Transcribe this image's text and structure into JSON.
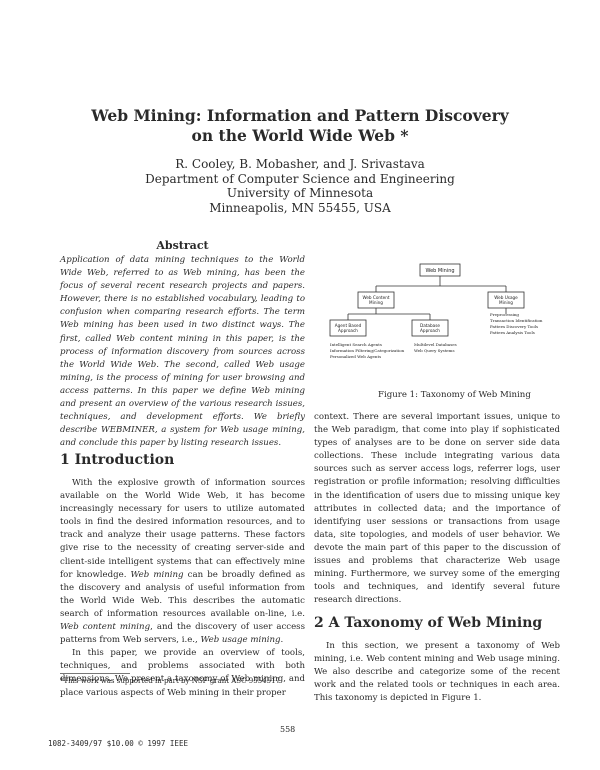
{
  "title": {
    "line1": "Web Mining: Information and Pattern Discovery",
    "line2": "on the World Wide Web *"
  },
  "authors": {
    "names": "R. Cooley, B. Mobasher, and J. Srivastava",
    "dept": "Department of Computer Science and Engineering",
    "univ": "University of Minnesota",
    "city": "Minneapolis, MN 55455, USA"
  },
  "abstract": {
    "heading": "Abstract",
    "text": "Application of data mining techniques to the World Wide Web, referred to as Web mining, has been the focus of several recent research projects and papers. However, there is no established vocabulary, leading to confusion when comparing research efforts. The term Web mining has been used in two distinct ways. The first, called Web content mining in this paper, is the process of information discovery from sources across the World Wide Web. The second, called Web usage mining, is the process of mining for user browsing and access patterns. In this paper we define Web mining and present an overview of the various research issues, techniques, and development efforts. We briefly describe WEBMINER, a system for Web usage mining, and conclude this paper by listing research issues."
  },
  "section1": {
    "heading": "1   Introduction",
    "para1_a": "With the explosive growth of information sources available on the World Wide Web, it has become increasingly necessary for users to utilize automated tools in find the desired information resources, and to track and analyze their usage patterns. These factors give rise to the necessity of creating server-side and client-side intelligent systems that can effectively mine for knowledge. ",
    "para1_em1": "Web mining",
    "para1_b": " can be broadly defined as the discovery and analysis of useful information from the World Wide Web. This describes the automatic search of information resources available on-line, i.e. ",
    "para1_em2": "Web content mining",
    "para1_c": ", and the discovery of user access patterns from Web servers, i.e., ",
    "para1_em3": "Web usage mining",
    "para1_d": ".",
    "para2": "In this paper, we provide an overview of tools, techniques, and problems associated with both dimensions. We present a taxonomy of Web mining, and place various aspects of Web mining in their proper"
  },
  "footnote": "*This work was supported in part by NSF grant ASC-9554517",
  "right_column": {
    "para_cont": "context. There are several important issues, unique to the Web paradigm, that come into play if sophisticated types of analyses are to be done on server side data collections. These include integrating various data sources such as server access logs, referrer logs, user registration or profile information; resolving difficulties in the identification of users due to missing unique key attributes in collected data; and the importance of identifying user sessions or transactions from usage data, site topologies, and models of user behavior. We devote the main part of this paper to the discussion of issues and problems that characterize Web usage mining. Furthermore, we survey some of the emerging tools and techniques, and identify several future research directions.",
    "section2_heading": "2   A Taxonomy of Web Mining",
    "section2_para": "In this section, we present a taxonomy of Web mining, i.e. Web content mining and Web usage mining. We also describe and categorize some of the recent work and the related tools or techniques in each area. This taxonomy is depicted in Figure 1."
  },
  "figure": {
    "caption": "Figure 1: Taxonomy of Web Mining",
    "root": "Web Mining",
    "content": "Web Content Mining",
    "usage": "Web Usage Mining",
    "agent": "Agent Based Approach",
    "database": "Database Approach",
    "agent_items": [
      "Intelligent Search Agents",
      "Information Filtering/Categorization",
      "Personalized Web Agents"
    ],
    "database_items": [
      "Multilevel Databases",
      "Web Query Systems"
    ],
    "usage_items": [
      "Preprocessing",
      "Transaction Identification",
      "Pattern Discovery Tools",
      "Pattern Analysis Tools"
    ]
  },
  "page_number": "558",
  "copyright": "1082-3409/97 $10.00 © 1997 IEEE"
}
